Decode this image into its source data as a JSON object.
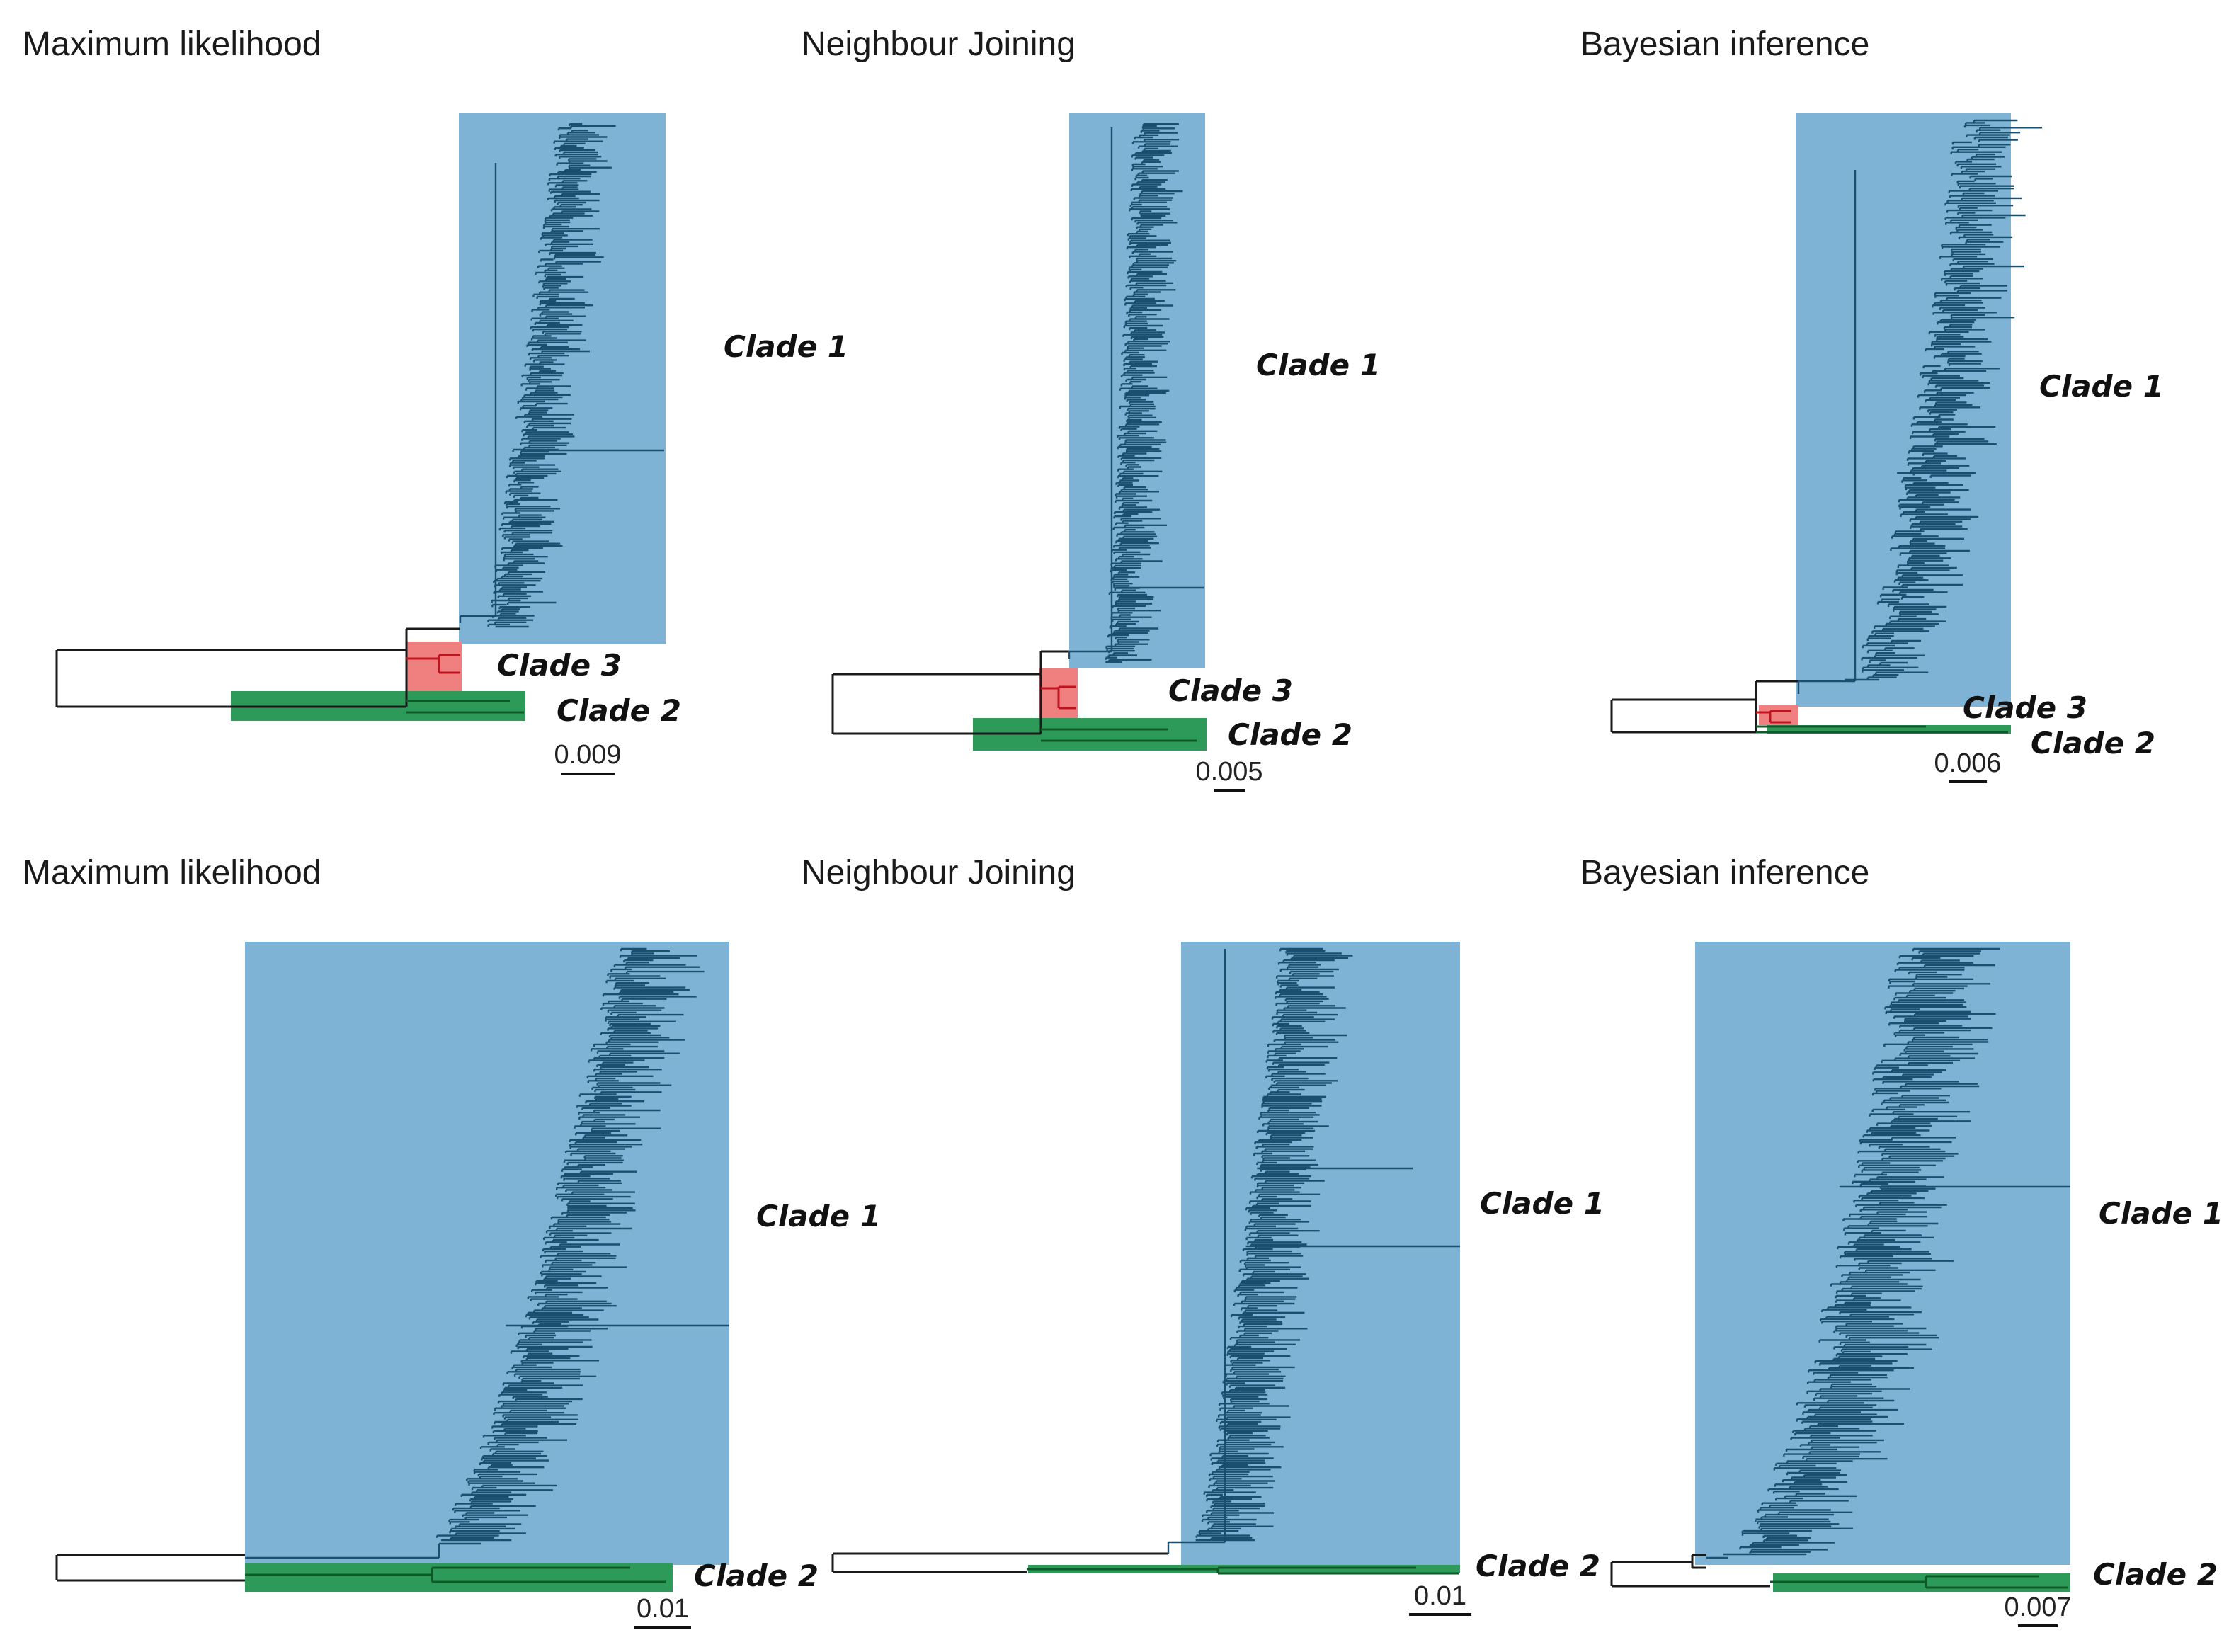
{
  "colors": {
    "clade1_fill": "#7fb3d5",
    "clade2_fill": "#2e9a5a",
    "clade3_fill": "#f08080",
    "clade1_branch": "#1b4f6e",
    "clade2_branch": "#0f5a28",
    "clade3_branch": "#c0141e",
    "backbone_branch": "#1a1a1a"
  },
  "panels": [
    {
      "title": "Maximum likelihood",
      "scale": "0.009",
      "clade1": "Clade 1",
      "clade2": "Clade 2",
      "clade3": "Clade 3"
    },
    {
      "title": "Neighbour Joining",
      "scale": "0.005",
      "clade1": "Clade 1",
      "clade2": "Clade 2",
      "clade3": "Clade 3"
    },
    {
      "title": "Bayesian inference",
      "scale": "0.006",
      "clade1": "Clade 1",
      "clade2": "Clade 2",
      "clade3": "Clade 3"
    },
    {
      "title": "Maximum likelihood",
      "scale": "0.01",
      "clade1": "Clade 1",
      "clade2": "Clade 2"
    },
    {
      "title": "Neighbour Joining",
      "scale": "0.01",
      "clade1": "Clade 1",
      "clade2": "Clade 2"
    },
    {
      "title": "Bayesian inference",
      "scale": "0.007",
      "clade1": "Clade 1",
      "clade2": "Clade 2"
    }
  ]
}
